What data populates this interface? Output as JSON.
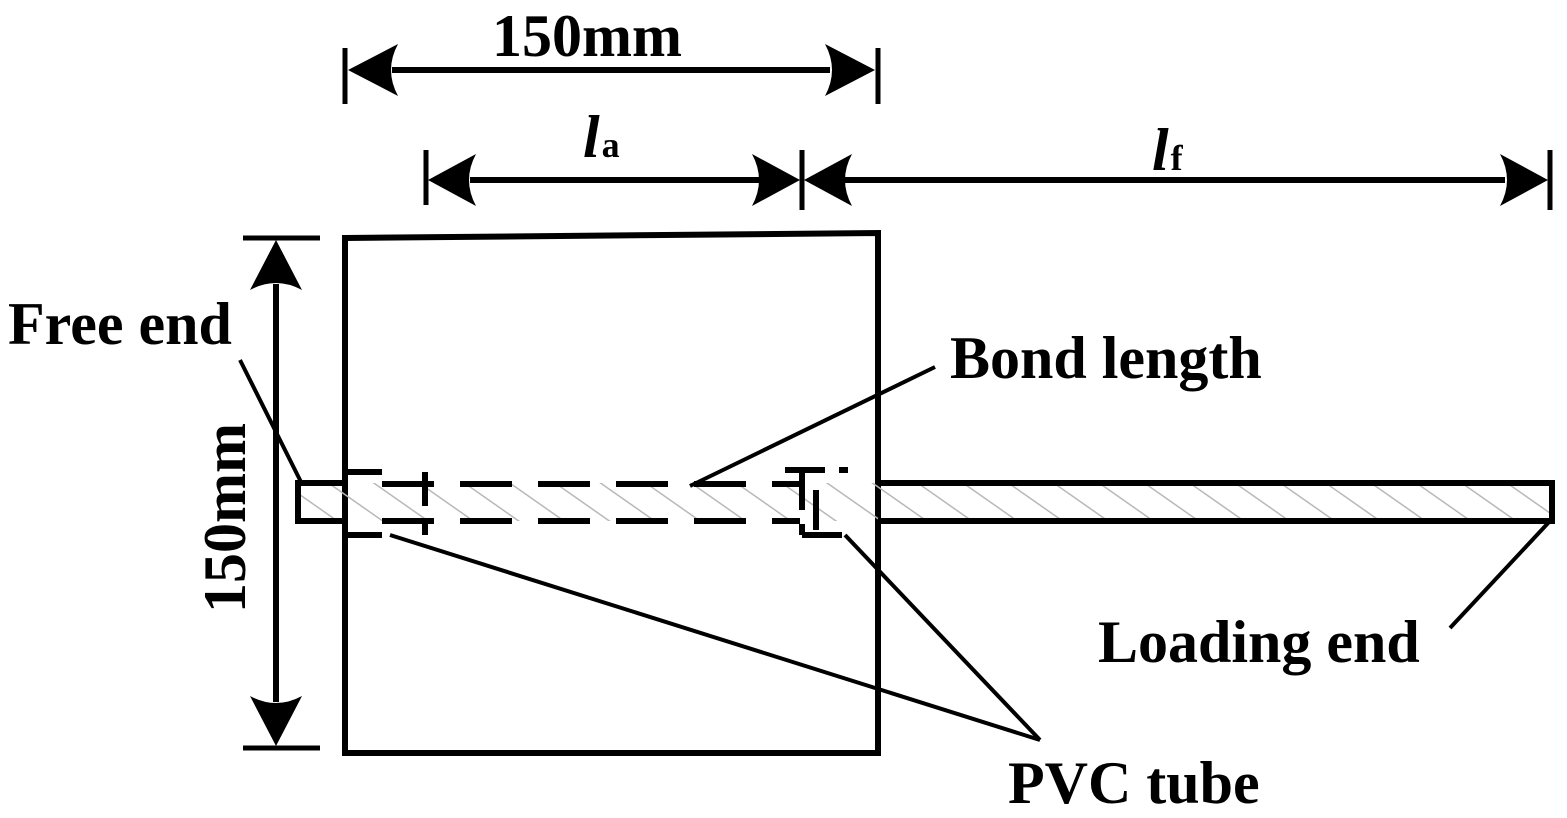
{
  "diagram": {
    "top_dimension": "150mm",
    "left_dimension": "150mm",
    "anchorage_length": {
      "symbol": "l",
      "subscript": "a"
    },
    "free_length": {
      "symbol": "l",
      "subscript": "f"
    },
    "labels": {
      "free_end": "Free end",
      "bond_length": "Bond length",
      "loading_end": "Loading end",
      "pvc_tube": "PVC tube"
    }
  }
}
